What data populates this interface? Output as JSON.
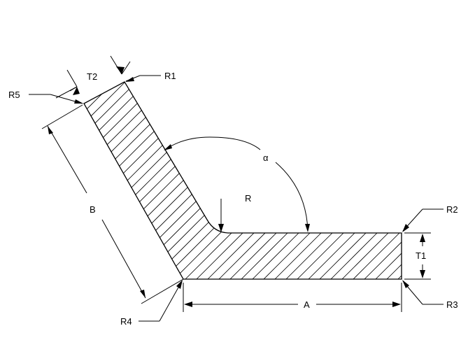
{
  "labels": {
    "r1": "R1",
    "r2": "R2",
    "r3": "R3",
    "r4": "R4",
    "r5": "R5",
    "r": "R",
    "t1": "T1",
    "t2": "T2",
    "a": "A",
    "b": "B",
    "alpha": "α"
  }
}
